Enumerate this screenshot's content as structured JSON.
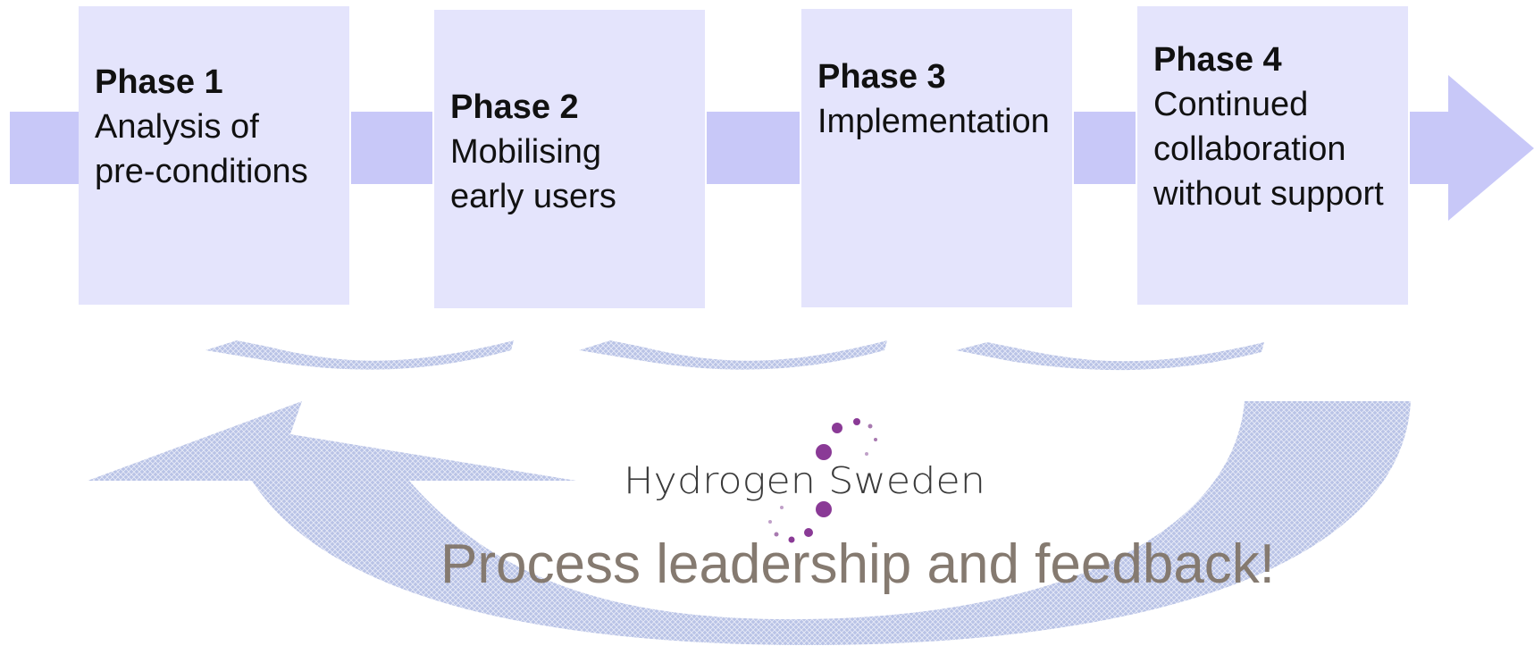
{
  "phases": [
    {
      "title": "Phase 1",
      "description": "Analysis of\npre-conditions"
    },
    {
      "title": "Phase 2",
      "description": "Mobilising\nearly users"
    },
    {
      "title": "Phase 3",
      "description": "Implementation"
    },
    {
      "title": "Phase 4",
      "description": "Continued\ncollaboration\nwithout support"
    }
  ],
  "logo": {
    "text": "Hydrogen Sweden",
    "dot_color": "#8a3a96"
  },
  "caption": "Process leadership and feedback!",
  "colors": {
    "box_fill": "#e4e4fc",
    "connector_fill": "#c8c8f8",
    "feedback_arrow_fill": "#b9c3e6",
    "caption_color": "#857a70"
  }
}
